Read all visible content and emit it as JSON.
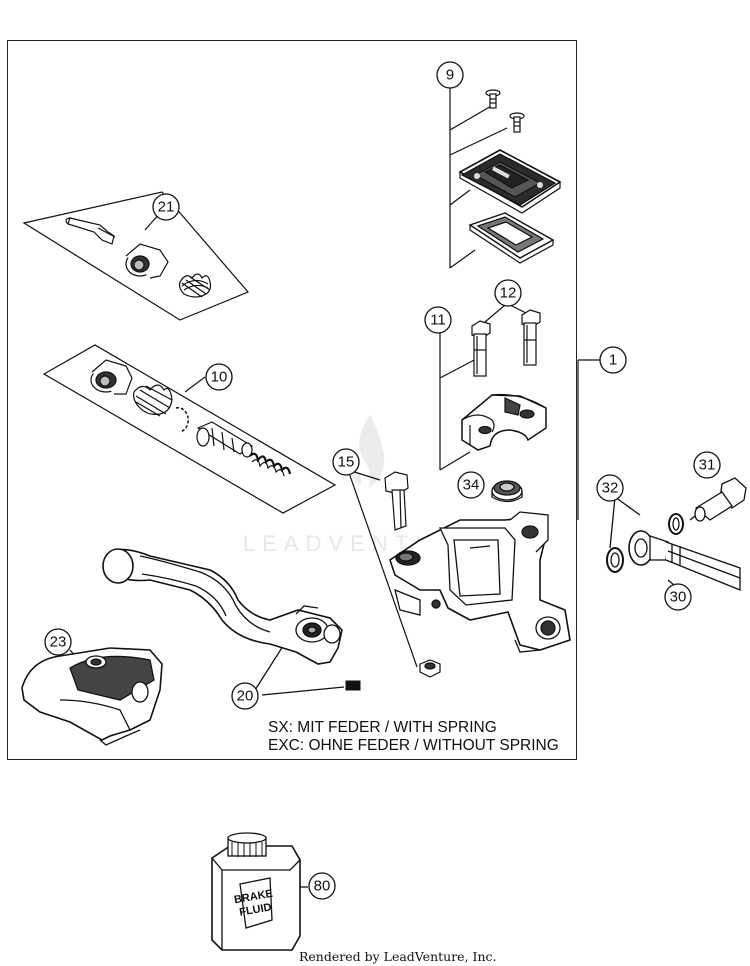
{
  "callouts": {
    "c1": "1",
    "c9": "9",
    "c10": "10",
    "c11": "11",
    "c12": "12",
    "c15": "15",
    "c20": "20",
    "c21": "21",
    "c23": "23",
    "c30": "30",
    "c31": "31",
    "c32": "32",
    "c34": "34",
    "c80": "80"
  },
  "notes": {
    "line1": "SX: MIT FEDER / WITH SPRING",
    "line2": "EXC: OHNE FEDER / WITHOUT SPRING"
  },
  "fluid_label": {
    "line1": "BRAKE",
    "line2": "FLUID"
  },
  "watermark": "LEADVENTURE",
  "footer": "Rendered by LeadVenture, Inc."
}
